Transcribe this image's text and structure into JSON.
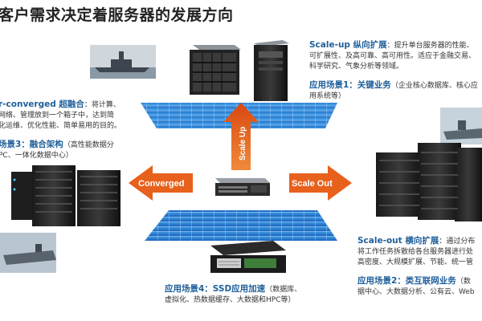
{
  "title": "客户需求决定着服务器的发展方向",
  "center": {
    "up_label": "Scale Up",
    "left_label": "Converged",
    "right_label": "Scale Out"
  },
  "scale_up": {
    "heading": "Scale-up 纵向扩展",
    "desc_lines": [
      "：提升单台服务器的性能、",
      "可扩展性、及高可靠、高可用性。适应于金融交易、",
      "科学研究、气象分析等领域。"
    ],
    "scenario": "应用场景1：关键业务",
    "scenario_note_lines": [
      "（企业核心数据库、核心应",
      "用系统等）"
    ]
  },
  "converged": {
    "heading": "Hyper-converged 超融合",
    "heading_visible": "r-converged 超融合",
    "desc_lines": [
      "：将计算、",
      "网络、管理放到一个箱子中，达到简",
      "化运维、优化性能、简单易用的目的。"
    ],
    "scenario": "场景3：融合架构",
    "scenario_note_lines": [
      "（高性能数据分",
      "PC、一体化数据中心）"
    ]
  },
  "scale_out": {
    "heading": "Scale-out 横向扩展",
    "desc_lines": [
      "：通过分布",
      "将工作任务拆散给各台服务器进行处",
      "高密度、大规模扩展、节能、统一管"
    ],
    "scenario": "应用场景2：类互联网业务",
    "scenario_note_lines": [
      "（数",
      "据中心、大数据分析、公有云、Web"
    ]
  },
  "ssd": {
    "scenario": "应用场景4：SSD应用加速",
    "scenario_note_lines": [
      "（数据库、",
      "虚拟化、热数据缓存、大数据和HPC等）"
    ]
  },
  "colors": {
    "arrow_orange": "#e8611c",
    "heading_blue": "#1f5f9a",
    "grid_blue": "#2f8fe0"
  }
}
